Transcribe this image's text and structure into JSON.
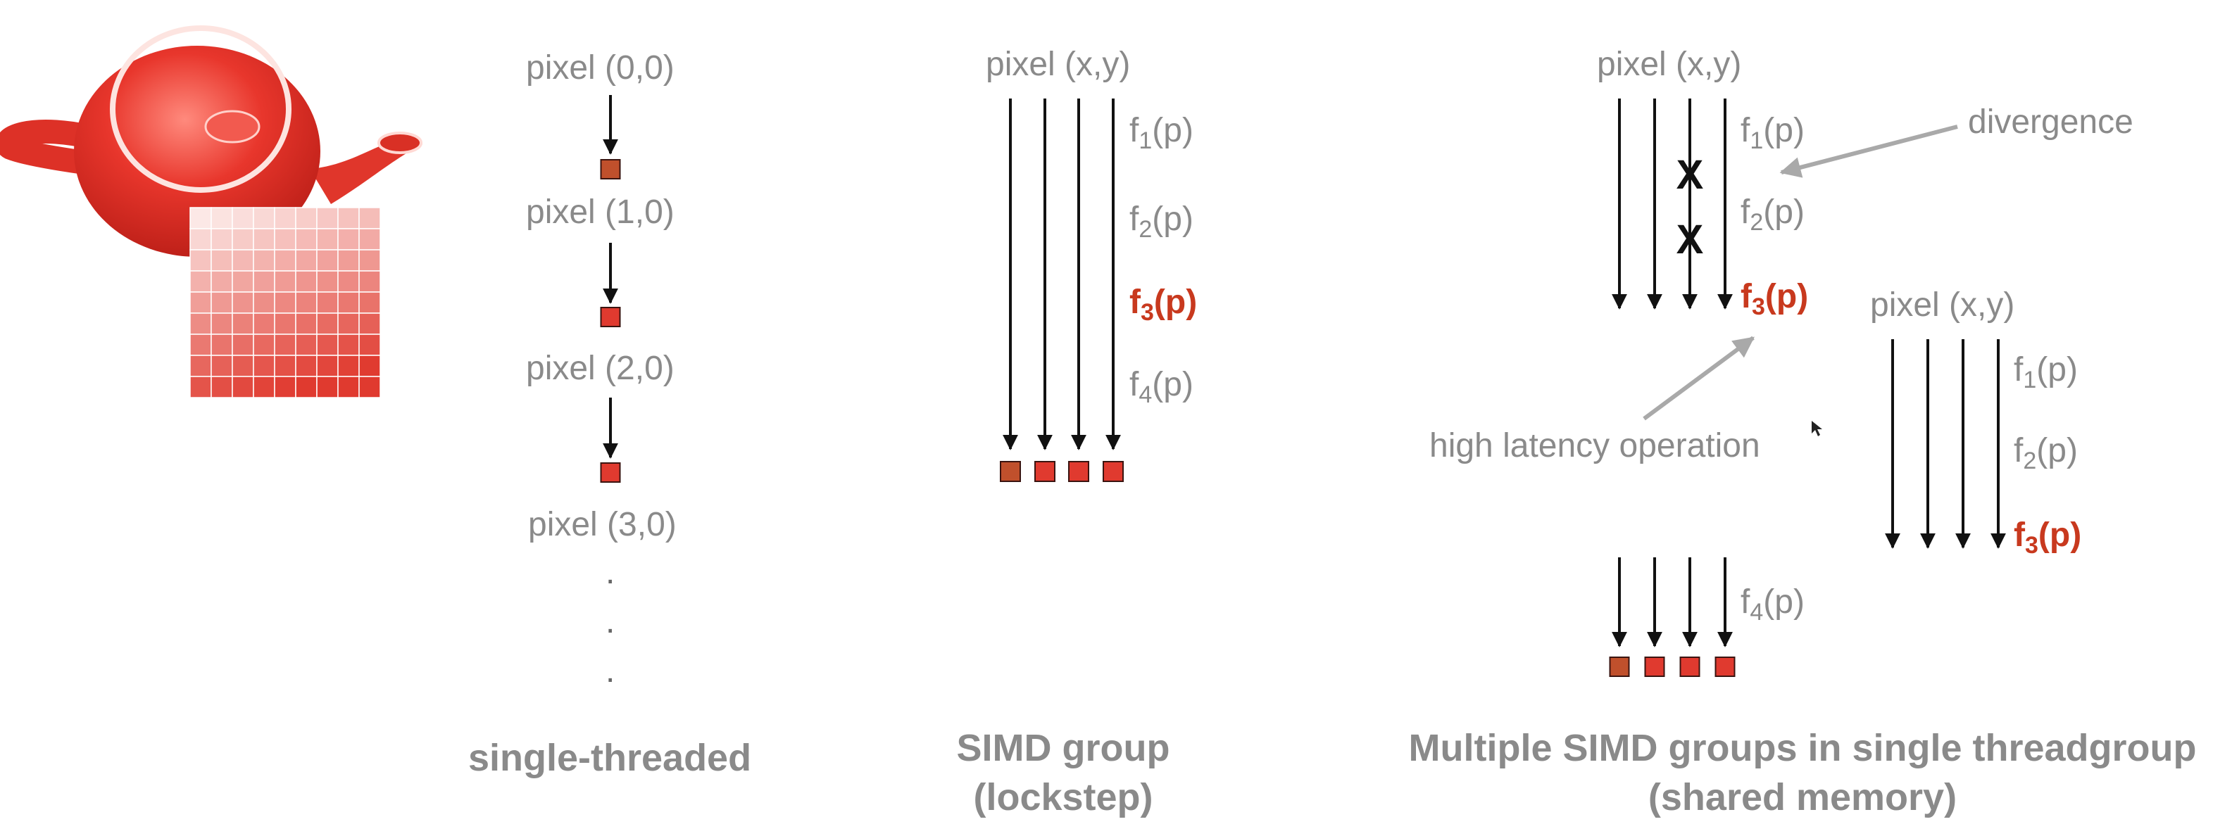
{
  "colors": {
    "text_gray": "#8a8a8a",
    "highlight_red": "#c8391e",
    "pixel_red": "#e03a2f",
    "pixel_dark_red": "#c0502c",
    "arrow_black": "#111111",
    "annotation_gray": "#a9a9a9"
  },
  "single_threaded": {
    "pixels": [
      "pixel (0,0)",
      "pixel (1,0)",
      "pixel (2,0)",
      "pixel (3,0)"
    ],
    "ellipsis": ".",
    "caption": "single-threaded"
  },
  "simd_group": {
    "pixel_label": "pixel (x,y)",
    "functions": [
      {
        "name": "f",
        "sub": "1",
        "arg": "(p)",
        "highlight": false
      },
      {
        "name": "f",
        "sub": "2",
        "arg": "(p)",
        "highlight": false
      },
      {
        "name": "f",
        "sub": "3",
        "arg": "(p)",
        "highlight": true
      },
      {
        "name": "f",
        "sub": "4",
        "arg": "(p)",
        "highlight": false
      }
    ],
    "caption_line1": "SIMD group",
    "caption_line2": "(lockstep)"
  },
  "threadgroup": {
    "group1": {
      "pixel_label": "pixel (x,y)",
      "functions": [
        {
          "name": "f",
          "sub": "1",
          "arg": "(p)",
          "highlight": false
        },
        {
          "name": "f",
          "sub": "2",
          "arg": "(p)",
          "highlight": false
        },
        {
          "name": "f",
          "sub": "3",
          "arg": "(p)",
          "highlight": true
        }
      ],
      "continuation_function": {
        "name": "f",
        "sub": "4",
        "arg": "(p)",
        "highlight": false
      }
    },
    "group2": {
      "pixel_label": "pixel (x,y)",
      "functions": [
        {
          "name": "f",
          "sub": "1",
          "arg": "(p)",
          "highlight": false
        },
        {
          "name": "f",
          "sub": "2",
          "arg": "(p)",
          "highlight": false
        },
        {
          "name": "f",
          "sub": "3",
          "arg": "(p)",
          "highlight": true
        }
      ]
    },
    "divergence_label": "divergence",
    "latency_label": "high latency operation",
    "caption_line1": "Multiple SIMD groups in single threadgroup",
    "caption_line2": "(shared memory)"
  }
}
